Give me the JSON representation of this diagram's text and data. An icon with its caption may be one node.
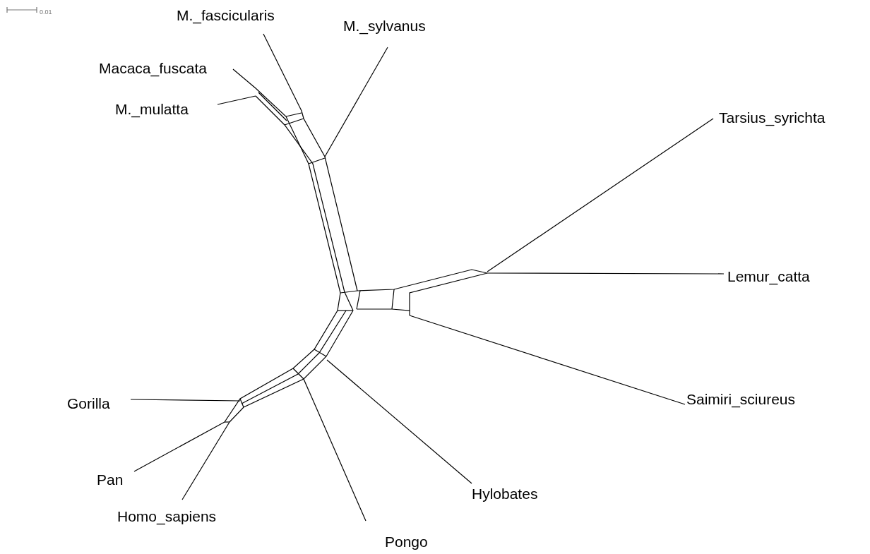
{
  "diagram": {
    "labels": [
      "0.01",
      "M._fascicularis",
      "M._sylvanus",
      "Macaca_fuscata",
      "M._mulatta",
      "Tarsius_syrichta",
      "Lemur_catta",
      "Saimiri_sciureus",
      "Gorilla",
      "Pan",
      "Hylobates",
      "Homo_sapiens",
      "Pongo"
    ]
  }
}
